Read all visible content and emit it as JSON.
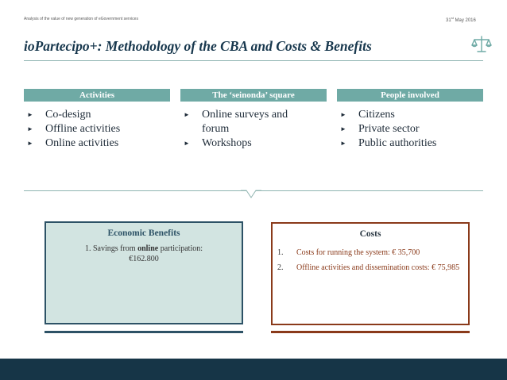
{
  "header": {
    "subtitle": "Analysis of the value of new generation of eGovernment services",
    "date_day": "31",
    "date_suffix": "st",
    "date_rest": " May 2016",
    "title": "ioPartecipo+: Methodology of the CBA and Costs & Benefits",
    "icon": "scales-of-justice-icon"
  },
  "columns": [
    {
      "heading": "Activities",
      "items": [
        "Co-design",
        "Offline activities",
        "Online activities"
      ]
    },
    {
      "heading": "The ‘seinonda’ square",
      "items": [
        "Online surveys and forum",
        "Workshops"
      ]
    },
    {
      "heading": "People involved",
      "items": [
        "Citizens",
        "Private sector",
        "Public authorities"
      ]
    }
  ],
  "bullet_glyph": "►",
  "economic_benefits": {
    "title": "Economic Benefits",
    "line1_prefix": "1. Savings from ",
    "line1_bold": "online",
    "line1_suffix": " participation:",
    "line2": "€162.800"
  },
  "costs": {
    "title": "Costs",
    "items": [
      {
        "num": "1.",
        "text": "Costs for running the system: € 35,700"
      },
      {
        "num": "2.",
        "text": "Offline activities and dissemination costs: € 75,985"
      }
    ]
  },
  "colors": {
    "accent_teal": "#6faaa5",
    "navy": "#163547",
    "benefit_fill": "#d2e4e1",
    "costs_border": "#8a3a1a"
  }
}
